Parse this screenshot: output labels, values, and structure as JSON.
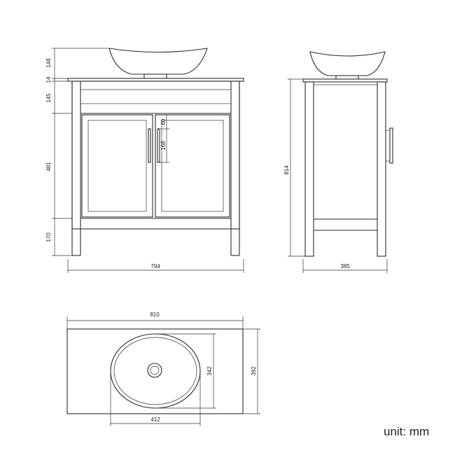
{
  "unit_label": "unit: mm",
  "front_view": {
    "dims": {
      "d148": "148",
      "d14": "14",
      "d145": "145",
      "d481": "481",
      "d170": "170",
      "d60": "60",
      "d168": "168",
      "d794": "794"
    }
  },
  "side_view": {
    "dims": {
      "d814": "814",
      "d385": "385"
    }
  },
  "top_view": {
    "dims": {
      "d810": "810",
      "d392": "392",
      "d342": "342",
      "d412": "412"
    }
  }
}
